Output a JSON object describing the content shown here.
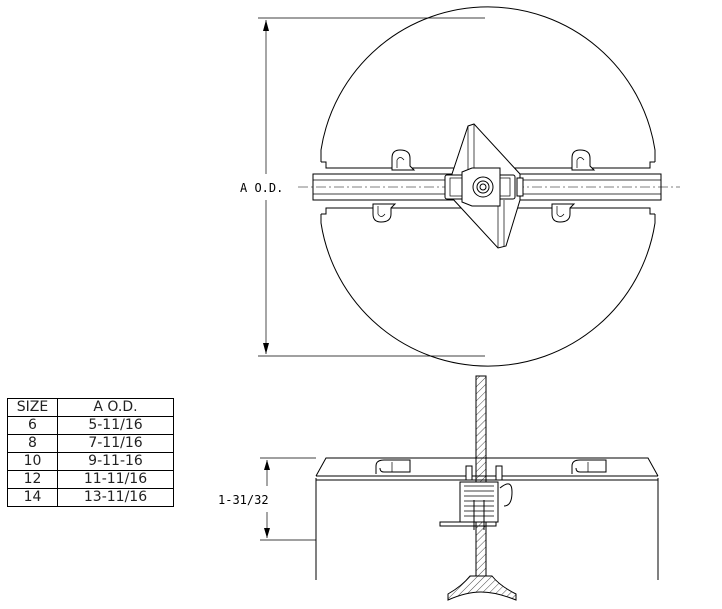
{
  "top_view": {
    "dimension_label": "A O.D."
  },
  "side_view": {
    "dimension_label": "1-31/32"
  },
  "size_table": {
    "headers": [
      "SIZE",
      "A O.D."
    ],
    "rows": [
      [
        "6",
        "5-11/16"
      ],
      [
        "8",
        "7-11/16"
      ],
      [
        "10",
        "9-11-16"
      ],
      [
        "12",
        "11-11/16"
      ],
      [
        "14",
        "13-11/16"
      ]
    ]
  }
}
